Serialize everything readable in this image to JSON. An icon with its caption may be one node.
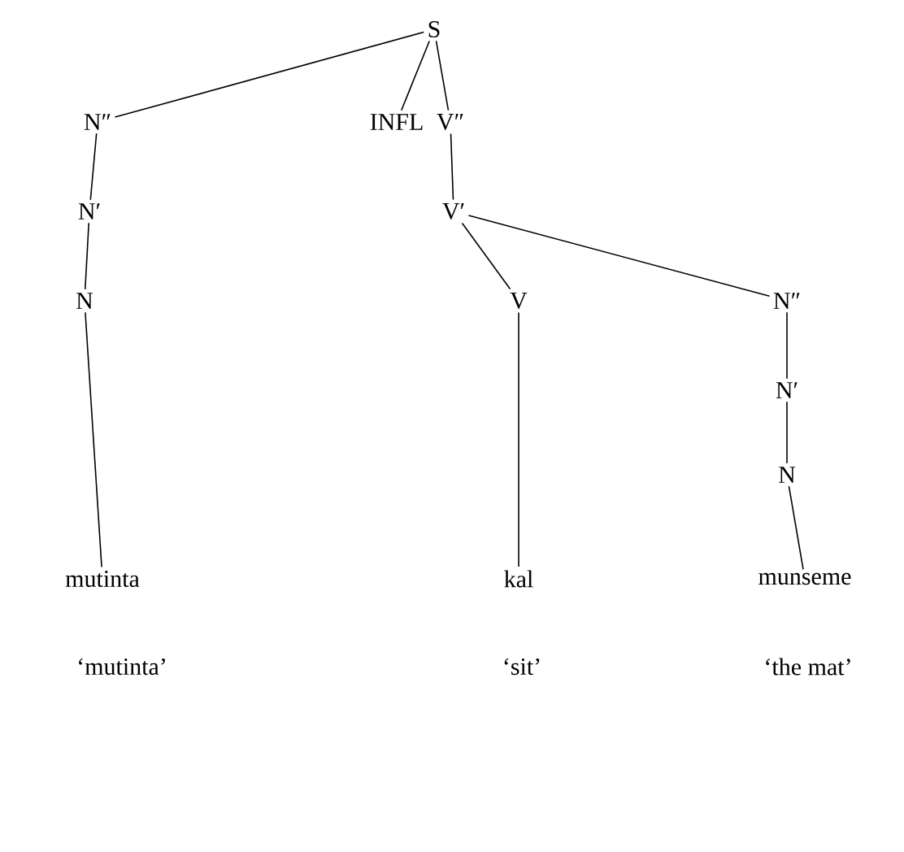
{
  "diagram": {
    "nodes": [
      {
        "text": [
          "S"
        ]
      },
      {
        "text": [
          "N″"
        ]
      },
      {
        "text": [
          "INFL"
        ]
      },
      {
        "text": [
          "V″"
        ]
      },
      {
        "text": [
          "N′"
        ]
      },
      {
        "text": [
          "V′"
        ]
      },
      {
        "text": [
          "N"
        ]
      },
      {
        "text": [
          "V"
        ]
      },
      {
        "text": [
          "N″"
        ]
      },
      {
        "text": [
          "N′"
        ]
      },
      {
        "text": [
          "N"
        ]
      },
      {
        "text": [
          "mutinta"
        ]
      },
      {
        "text": [
          "kal"
        ]
      },
      {
        "text": [
          "munseme"
        ]
      }
    ],
    "edges": [
      {
        "from": 0,
        "to": 1,
        "arrow": "none"
      },
      {
        "from": 0,
        "to": 2,
        "arrow": "none"
      },
      {
        "from": 0,
        "to": 3,
        "arrow": "none"
      },
      {
        "from": 1,
        "to": 4,
        "arrow": "none"
      },
      {
        "from": 3,
        "to": 5,
        "arrow": "none"
      },
      {
        "from": 4,
        "to": 6,
        "arrow": "none"
      },
      {
        "from": 5,
        "to": 7,
        "arrow": "none"
      },
      {
        "from": 5,
        "to": 8,
        "arrow": "none"
      },
      {
        "from": 6,
        "to": 11,
        "arrow": "none"
      },
      {
        "from": 7,
        "to": 12,
        "arrow": "none"
      },
      {
        "from": 8,
        "to": 9,
        "arrow": "none"
      },
      {
        "from": 9,
        "to": 10,
        "arrow": "none"
      },
      {
        "from": 10,
        "to": 13,
        "arrow": "none"
      }
    ],
    "labels": [
      "‘mutinta’",
      "‘sit’",
      "‘the mat’"
    ]
  }
}
